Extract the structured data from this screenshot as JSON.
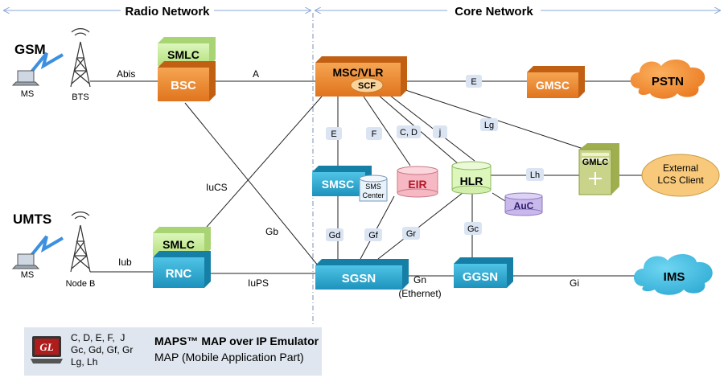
{
  "sections": {
    "radio_network": "Radio Network",
    "core_network": "Core Network"
  },
  "nodes": {
    "gsm": "GSM",
    "umts": "UMTS",
    "ms_gsm": "MS",
    "ms_umts": "MS",
    "bts": "BTS",
    "node_b": "Node B",
    "smlc_gsm": "SMLC",
    "bsc": "BSC",
    "smlc_umts": "SMLC",
    "rnc": "RNC",
    "msc_vlr": "MSC/VLR",
    "scf": "SCF",
    "gmsc": "GMSC",
    "pstn": "PSTN",
    "smsc": "SMSC",
    "sms_center_line1": "SMS",
    "sms_center_line2": "Center",
    "eir": "EIR",
    "hlr": "HLR",
    "auc": "AuC",
    "gmlc": "GMLC",
    "external_lcs_line1": "External",
    "external_lcs_line2": "LCS Client",
    "sgsn": "SGSN",
    "ggsn": "GGSN",
    "ims": "IMS"
  },
  "interfaces": {
    "abis": "Abis",
    "a": "A",
    "iucs": "IuCS",
    "gb": "Gb",
    "iub": "Iub",
    "iups": "IuPS",
    "e_gmsc": "E",
    "e_smsc": "E",
    "f": "F",
    "cd": "C, D",
    "j": "j",
    "lg": "Lg",
    "lh": "Lh",
    "gd": "Gd",
    "gf": "Gf",
    "gr": "Gr",
    "gc": "Gc",
    "gn": "Gn",
    "gn_sub": "(Ethernet)",
    "gi": "Gi"
  },
  "legend": {
    "logo_text": "GL",
    "codes_line1": "C, D, E, F,  J",
    "codes_line2": "Gc, Gd, Gf, Gr",
    "codes_line3": "Lg, Lh",
    "title": "MAPS™ MAP over IP Emulator",
    "subtitle": "MAP (Mobile Application Part)"
  },
  "colors": {
    "orange": "#f08a2c",
    "green": "#c8ec9c",
    "blue": "#3fb5d9",
    "pink": "#f6b8c2",
    "purple": "#c9b8ec",
    "pill": "#dae4f2",
    "gmlc": "#c9d48a",
    "lcs": "#f8c97a"
  }
}
